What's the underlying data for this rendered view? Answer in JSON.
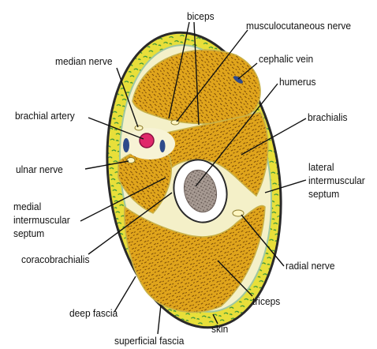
{
  "labels": {
    "biceps": "biceps",
    "musculocutaneous_nerve": "musculocutaneous nerve",
    "median_nerve": "median nerve",
    "cephalic_vein": "cephalic vein",
    "humerus": "humerus",
    "brachial_artery": "brachial artery",
    "brachialis": "brachialis",
    "ulnar_nerve": "ulnar nerve",
    "lateral_ims_1": "lateral",
    "lateral_ims_2": "intermuscular",
    "lateral_ims_3": "septum",
    "medial_ims_1": "medial",
    "medial_ims_2": "intermuscular",
    "medial_ims_3": "septum",
    "coracobrachialis": "coracobrachialis",
    "radial_nerve": "radial nerve",
    "deep_fascia": "deep fascia",
    "triceps": "triceps",
    "superficial_fascia": "superficial fascia",
    "skin": "skin"
  },
  "colors": {
    "skin_outline": "#2a2a2a",
    "fat": "#e8df3a",
    "fat_speckle": "#2f8f3a",
    "muscle": "#e0a51c",
    "muscle_fiber": "#7a4a08",
    "fascia": "#f4f0c8",
    "bone_cortex": "#ffffff",
    "bone_marrow": "#8e8079",
    "artery": "#e0286b",
    "vein": "#2e4a8a",
    "nerve": "#fff6c2"
  }
}
